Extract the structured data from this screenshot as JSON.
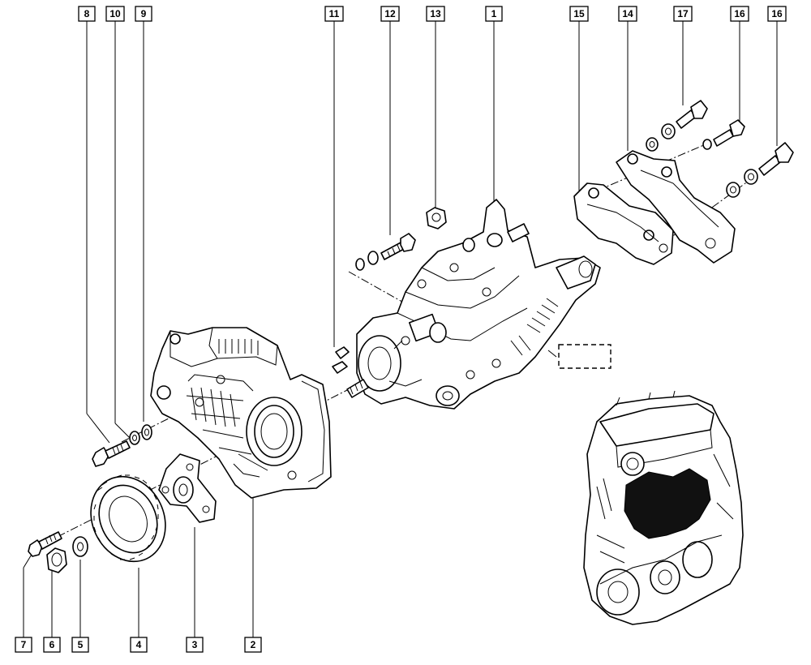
{
  "callouts": [
    {
      "id": "c8",
      "label": "8"
    },
    {
      "id": "c10",
      "label": "10"
    },
    {
      "id": "c9",
      "label": "9"
    },
    {
      "id": "c11",
      "label": "11"
    },
    {
      "id": "c12",
      "label": "12"
    },
    {
      "id": "c13",
      "label": "13"
    },
    {
      "id": "c1",
      "label": "1"
    },
    {
      "id": "c15",
      "label": "15"
    },
    {
      "id": "c14",
      "label": "14"
    },
    {
      "id": "c17",
      "label": "17"
    },
    {
      "id": "c16a",
      "label": "16"
    },
    {
      "id": "c16b",
      "label": "16"
    },
    {
      "id": "c7",
      "label": "7"
    },
    {
      "id": "c6",
      "label": "6"
    },
    {
      "id": "c5",
      "label": "5"
    },
    {
      "id": "c4",
      "label": "4"
    },
    {
      "id": "c3",
      "label": "3"
    },
    {
      "id": "c2",
      "label": "2"
    }
  ]
}
